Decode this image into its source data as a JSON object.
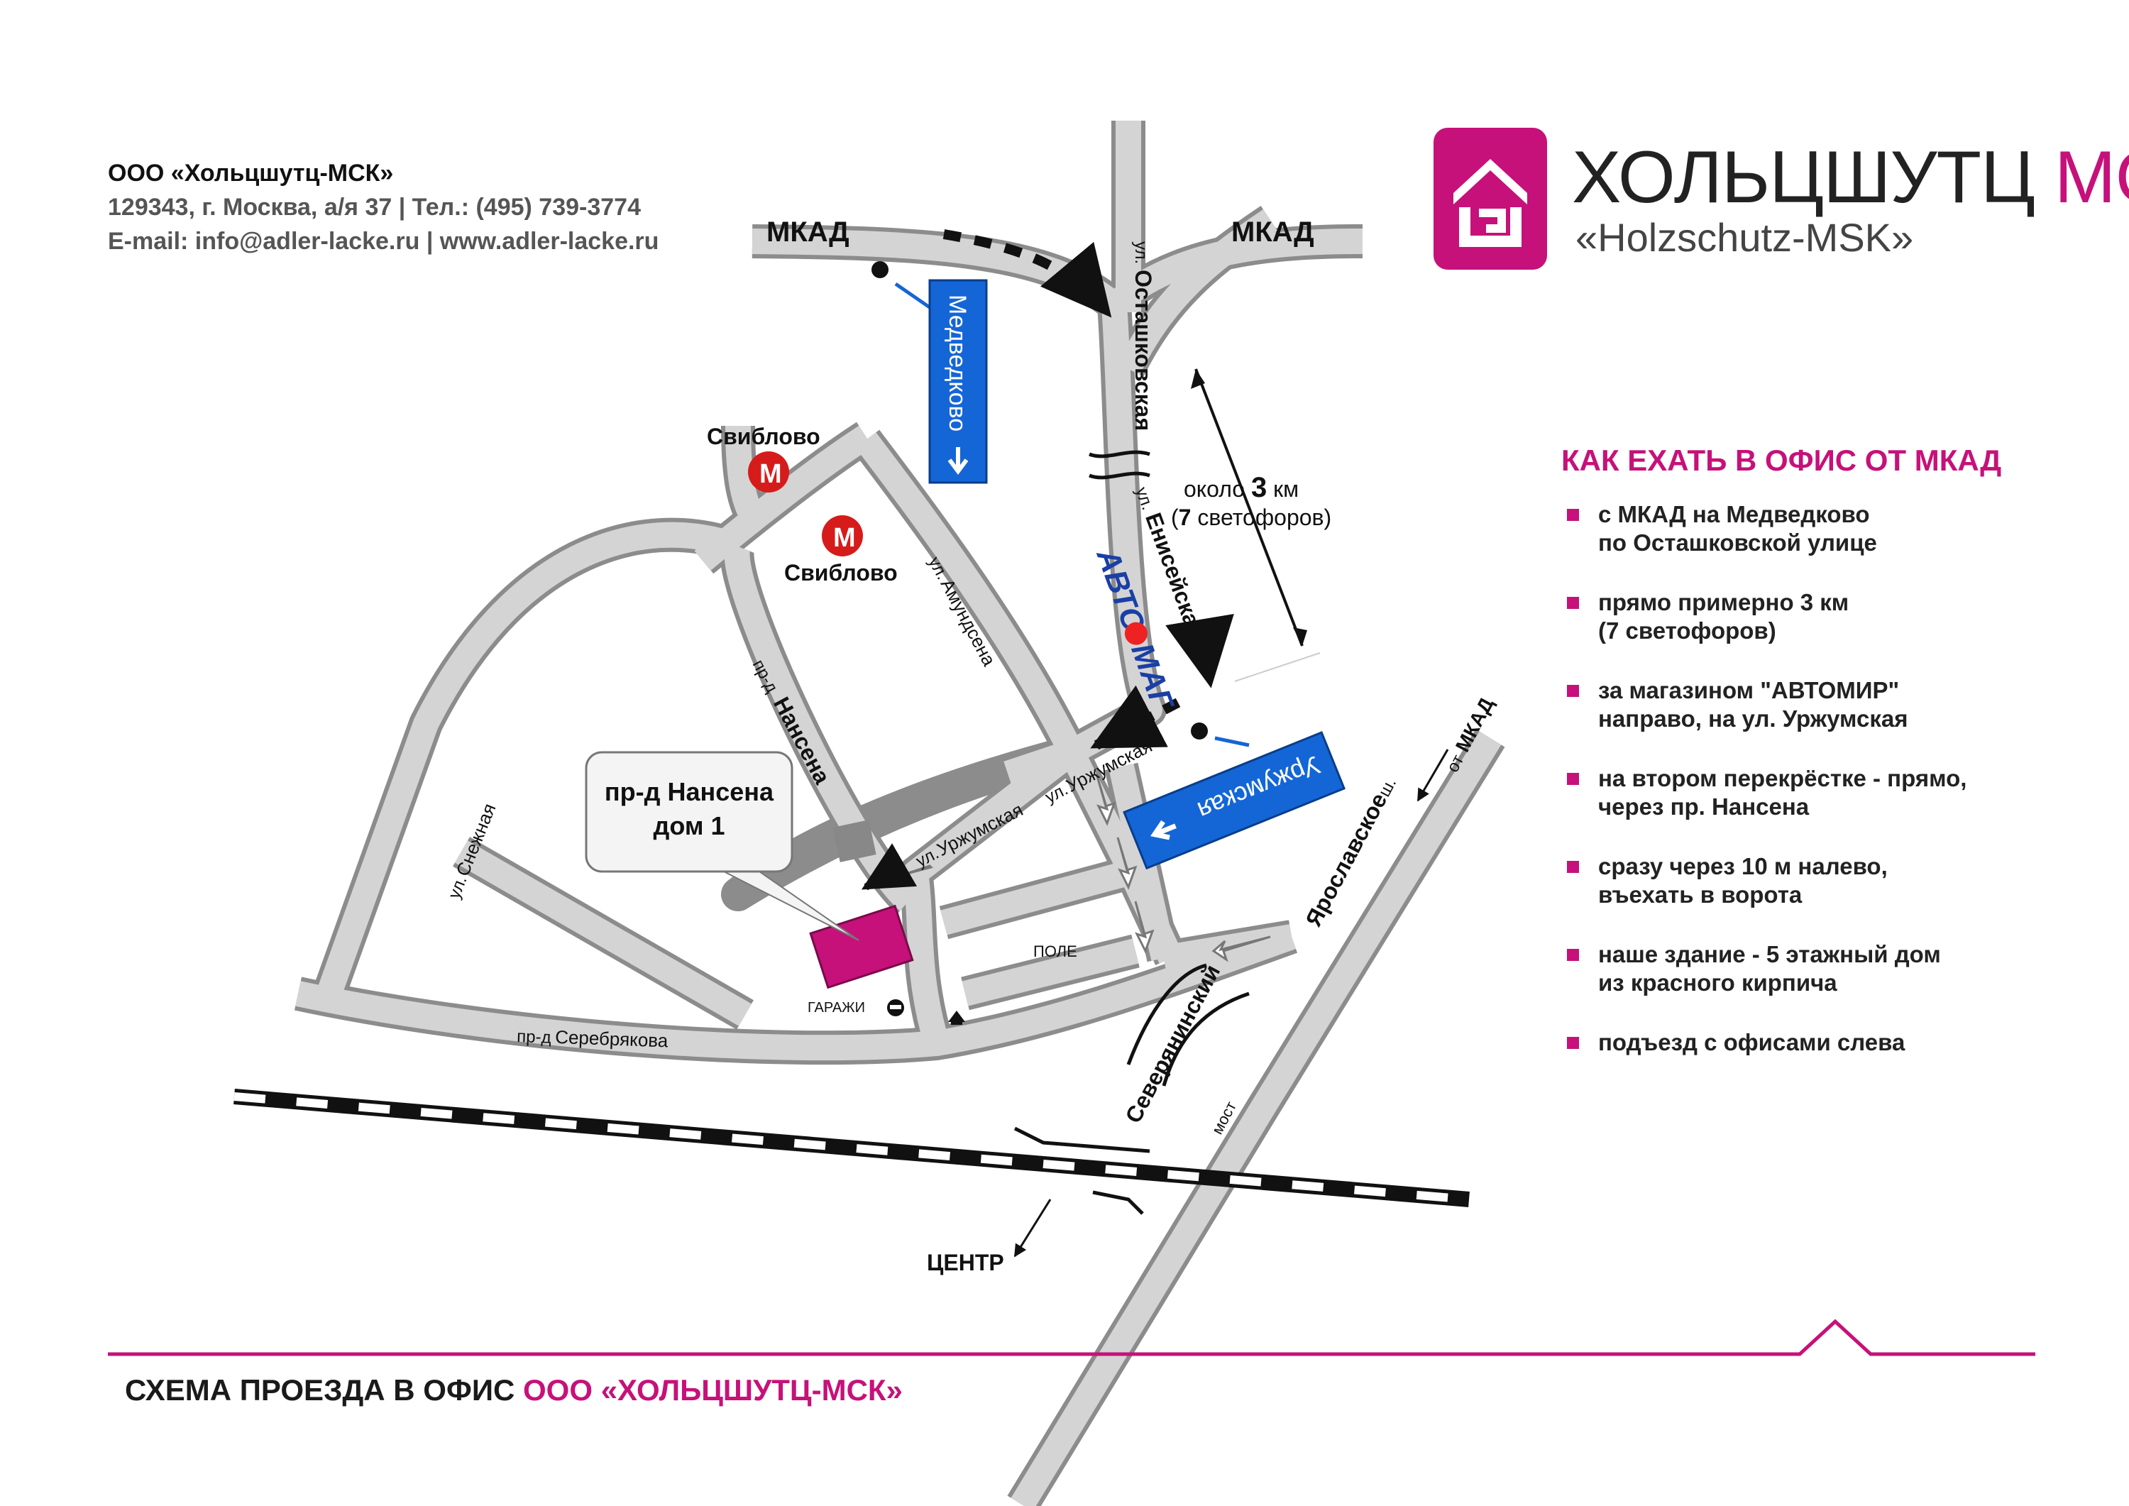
{
  "contacts": {
    "org": "ООО «Хольцшутц-МСК»",
    "address": "129343, г. Москва, а/я 37 | Тел.: (495) 739-3774",
    "web": "E-mail: info@adler-lacke.ru | www.adler-lacke.ru"
  },
  "logo": {
    "title_a": "ХОЛЬЦШУТЦ",
    "title_b": "МСК",
    "subtitle": "«Holzschutz-MSK»"
  },
  "colors": {
    "accent": "#c6117a",
    "road": "#d4d4d4",
    "road_edge": "#8c8c8c",
    "sign": "#1466d6",
    "metro": "#d61b1b"
  },
  "howto": {
    "title": "КАК ЕХАТЬ В ОФИС ОТ МКАД",
    "steps": [
      "с МКАД на Медведково\nпо Осташковской улице",
      "прямо примерно 3 км\n(7 светофоров)",
      "за магазином \"АВТОМИР\"\nнаправо, на ул. Уржумская",
      "на втором перекрёстке - прямо,\nчерез пр. Нансена",
      "сразу через 10 м налево,\nвъехать в ворота",
      "наше здание - 5 этажный дом\nиз красного кирпича",
      "подъезд с офисами слева"
    ]
  },
  "map": {
    "mkad_left": "МКАД",
    "mkad_right": "МКАД",
    "ostashkovskaya_prefix": "ул.",
    "ostashkovskaya": "Осташковская",
    "eniseiskaya_prefix": "ул.",
    "eniseiskaya": "Енисейская",
    "sign_medvedkovo": "Медведково",
    "sign_urzhumskaya": "Уржумская",
    "distance_a": "около",
    "distance_num": "3",
    "distance_unit": "км",
    "distance_b_num": "7",
    "distance_b": "светофоров)",
    "metro_letter": "М",
    "metro_1": "Свиблово",
    "metro_2": "Свиблово",
    "amundsena_prefix": "ул.",
    "amundsena": "Амундсена",
    "nansena_prefix": "пр-д",
    "nansena": "Нансена",
    "urzhumskaya_1_prefix": "ул.",
    "urzhumskaya_1": "Уржумская",
    "urzhumskaya_2_prefix": "ул.",
    "urzhumskaya_2": "Уржумская",
    "snezhnaya_prefix": "ул.",
    "snezhnaya": "Снежная",
    "serebryakova_prefix": "пр-д",
    "serebryakova": "Серебрякова",
    "callout_1": "пр-д Нансена",
    "callout_2": "дом 1",
    "pole": "ПОЛЕ",
    "garages": "ГАРАЖИ",
    "yaroslavskoe": "Ярославское",
    "yaroslavskoe_suffix": "ш.",
    "from_mkad_prefix": "от",
    "from_mkad": "МКАД",
    "severyaninsky": "Северянинский",
    "bridge": "мост",
    "center": "ЦЕНТР",
    "automag_a": "АВТО",
    "automag_b": "МАГ"
  },
  "footer": {
    "text_a": "СХЕМА ПРОЕЗДА В ОФИС ",
    "text_b": "ООО «ХОЛЬЦШУТЦ-МСК»"
  }
}
